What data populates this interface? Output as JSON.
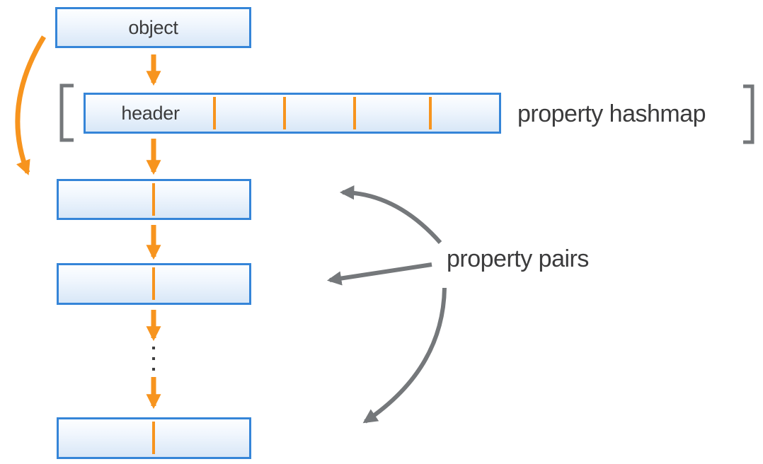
{
  "colors": {
    "accent_orange": "#f7941e",
    "box_border_blue": "#3585d8",
    "box_fill_top": "#fdfeff",
    "box_fill_bottom": "#d8e7f7",
    "arrow_gray": "#75787b",
    "text_dark": "#3b3b3c"
  },
  "object_box": {
    "label": "object"
  },
  "hashmap": {
    "header_label": "header",
    "annotation": "property hashmap",
    "slot_divider_count": 4
  },
  "property_pairs": {
    "annotation": "property pairs",
    "visible_pair_box_count": 3,
    "ellipsis_dot_count": 3
  }
}
